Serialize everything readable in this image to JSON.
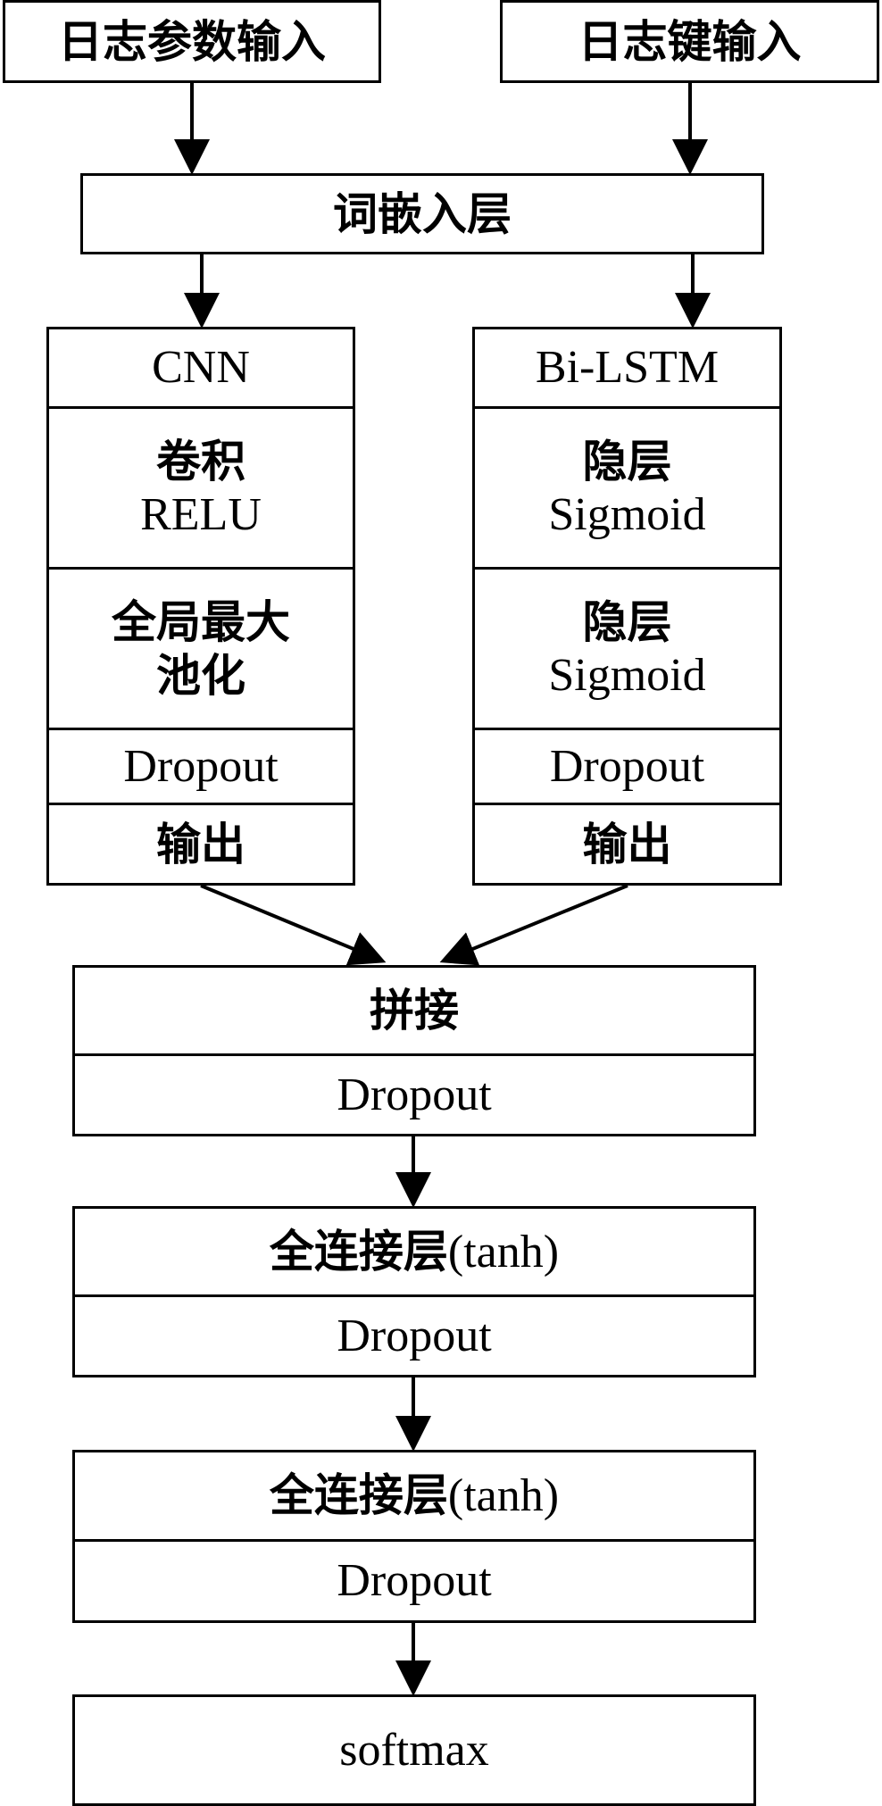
{
  "inputs": {
    "param": "日志参数输入",
    "key": "日志键输入"
  },
  "embedding": "词嵌入层",
  "cnn": {
    "title": "CNN",
    "conv": "卷积",
    "conv_act": "RELU",
    "pool_line1": "全局最大",
    "pool_line2": "池化",
    "dropout": "Dropout",
    "output": "输出"
  },
  "bilstm": {
    "title": "Bi-LSTM",
    "hidden1": "隐层",
    "hidden1_act": "Sigmoid",
    "hidden2": "隐层",
    "hidden2_act": "Sigmoid",
    "dropout": "Dropout",
    "output": "输出"
  },
  "concat": {
    "label": "拼接",
    "dropout": "Dropout"
  },
  "dense1": {
    "label_zh": "全连接层",
    "label_en": "(tanh)",
    "dropout": "Dropout"
  },
  "dense2": {
    "label_zh": "全连接层",
    "label_en": "(tanh)",
    "dropout": "Dropout"
  },
  "softmax": "softmax"
}
